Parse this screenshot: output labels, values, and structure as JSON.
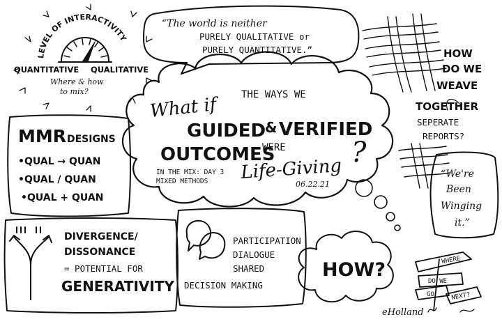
{
  "meter": {
    "arc_label": "LEVEL OF INTERACTIVITY",
    "left_label": "QUANTITATIVE",
    "right_label": "QUALITATIVE",
    "question_line1": "Where & how",
    "question_line2": "to mix?"
  },
  "quote_top": {
    "line1": "“The world is neither",
    "line2": "PURELY QUALITATIVE or",
    "line3": "PURELY QUANTITATIVE.”"
  },
  "weave": {
    "line1": "HOW",
    "line2": "DO WE",
    "line3": "WEAVE",
    "line4": "TOGETHER",
    "line5": "SEPERATE",
    "line6": "REPORTS?"
  },
  "cloud": {
    "what_if": "What if",
    "the_ways_we": "THE WAYS WE",
    "guided": "GUIDED",
    "and_symbol": "&",
    "verified": "VERIFIED",
    "outcomes": "OUTCOMES",
    "were": "WERE",
    "life_giving": "Life-Giving",
    "question_mark": "?",
    "event_line1": "IN THE MIX: DAY 3",
    "event_line2": "MIXED METHODS",
    "date": "06.22.21"
  },
  "mmr": {
    "title_big": "MMR",
    "title_small": "DESIGNS",
    "items": [
      "•QUAL → QUAN",
      "•QUAL / QUAN",
      "•QUAL + QUAN"
    ]
  },
  "winging": {
    "line1": "“We're",
    "line2": "Been",
    "line3": "Winging",
    "line4": "it.”"
  },
  "divergence": {
    "line1": "DIVERGENCE/",
    "line2": "DISSONANCE",
    "line3": "= POTENTIAL FOR",
    "line4": "GENERATIVITY"
  },
  "participation": {
    "line1": "PARTICIPATION",
    "line2": "DIALOGUE",
    "line3": "SHARED",
    "line4": "DECISION MAKING"
  },
  "how_bubble": "HOW?",
  "signpost": {
    "sign1": "WHERE",
    "sign2": "DO WE",
    "sign3": "GO",
    "sign4": "NEXT?"
  },
  "signature": "eHolland"
}
